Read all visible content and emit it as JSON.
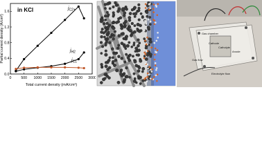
{
  "chart_data": {
    "type": "line",
    "annotation": "in KCl",
    "xlabel": "Total current density (mA/cm²)",
    "ylabel": "Partial current density (A/cm²)",
    "xlim": [
      0,
      3000
    ],
    "ylim": [
      0,
      1.8
    ],
    "x_ticks": [
      0,
      500,
      1000,
      1500,
      2000,
      2500,
      3000
    ],
    "y_ticks": [
      0.0,
      0.4,
      0.8,
      1.2,
      1.6
    ],
    "tick_labels_x": [
      "0",
      "500",
      "1000",
      "1500",
      "2000",
      "2500",
      "3000"
    ],
    "tick_labels_y": [
      "0.0",
      "0.4",
      "0.8",
      "1.2",
      "1.6"
    ],
    "series": [
      {
        "name": "jC2+",
        "color": "#000000",
        "x": [
          200,
          500,
          1000,
          1500,
          2000,
          2500,
          2700
        ],
        "y": [
          0.08,
          0.38,
          0.72,
          1.05,
          1.38,
          1.72,
          1.42
        ]
      },
      {
        "name": "jH2",
        "color": "#000000",
        "x": [
          200,
          500,
          1000,
          1500,
          2000,
          2500,
          2700
        ],
        "y": [
          0.07,
          0.12,
          0.16,
          0.2,
          0.26,
          0.38,
          0.55
        ]
      },
      {
        "name": "jC1",
        "color": "#c0582a",
        "x": [
          200,
          500,
          1000,
          1500,
          2000,
          2500,
          2700
        ],
        "y": [
          0.13,
          0.16,
          0.17,
          0.17,
          0.17,
          0.16,
          0.15
        ]
      }
    ]
  },
  "panels": {
    "middle": {
      "description_icon": "gas-diffusion-electrode-microstructure"
    },
    "right": {
      "labels": {
        "gas_chamber": "Gas chamber",
        "cathode": "Cathode",
        "catholyte": "Catholyte",
        "anode": "Anode",
        "gas_flow": "Gas flow",
        "electrolyte_flow": "Electrolyte flow"
      }
    }
  }
}
